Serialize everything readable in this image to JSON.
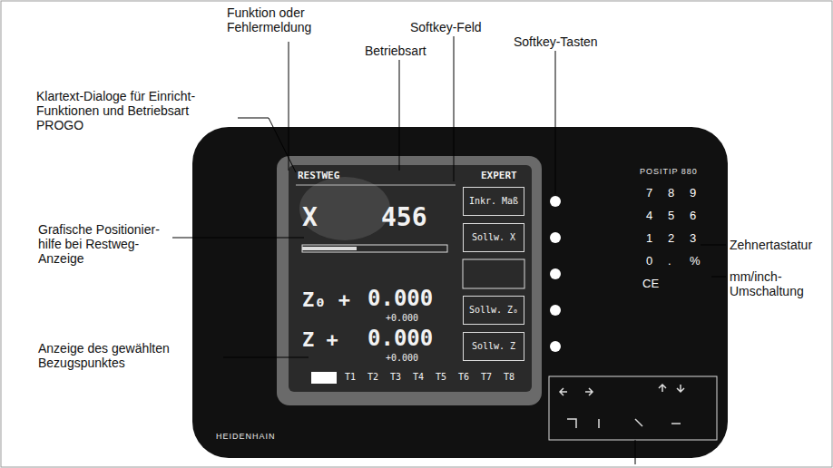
{
  "diagram": {
    "nodes": [
      {
        "text": [
          "Inkr. Maß"
        ]
      },
      {
        "text": [
          "Sollw. X"
        ]
      },
      {
        "text": [
          "Sollw. Z₀"
        ]
      },
      {
        "text": [
          "Sollw. Z"
        ]
      }
    ],
    "labels": [
      "Funktion oder Fehlermeldung",
      "Softkey-Feld",
      "Betriebsart",
      "Softkey-Tasten",
      "Klartext-Dialoge für Einricht-Funktionen und Betriebsart PROGO",
      "Grafische Positionier- hilfe bei Restweg-Anzeige",
      "Anzeige des gewählten Bezugspunktes",
      "Zehnertastatur",
      "mm/inch- Umschaltung",
      "RESTWEG",
      "EXPERT",
      "X",
      "456",
      "Z₀ +",
      "0.000",
      "+0.000",
      "Z +",
      "0.000",
      "+0.000",
      "T1",
      "T2",
      "T3",
      "T4",
      "T5",
      "T6",
      "T7",
      "T8",
      "7",
      "8",
      "9",
      "4",
      "5",
      "6",
      "1",
      "2",
      "3",
      "0",
      ".",
      "%",
      "CE",
      "POSITIP 880",
      "HEIDENHAIN"
    ]
  }
}
